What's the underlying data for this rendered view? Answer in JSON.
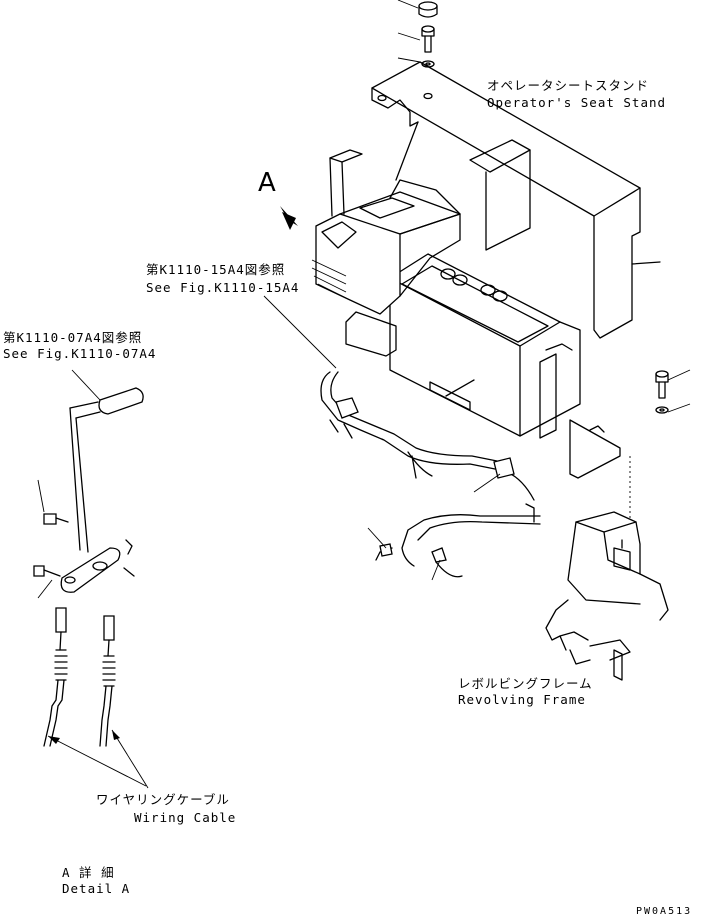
{
  "labels": {
    "seat_stand_jp": "オペレータシートスタンド",
    "seat_stand_en": "Operator's Seat Stand",
    "view_marker": "A",
    "ref1_jp": "第K1110-15A4図参照",
    "ref1_en": "See Fig.K1110-15A4",
    "ref2_jp": "第K1110-07A4図参照",
    "ref2_en": "See Fig.K1110-07A4",
    "revolving_frame_jp": "レボルビングフレーム",
    "revolving_frame_en": "Revolving Frame",
    "wiring_cable_jp": "ワイヤリングケーブル",
    "wiring_cable_en": "Wiring Cable",
    "detail_jp": "A 詳 細",
    "detail_en": "Detail A",
    "drawing_code": "PW0A513"
  }
}
